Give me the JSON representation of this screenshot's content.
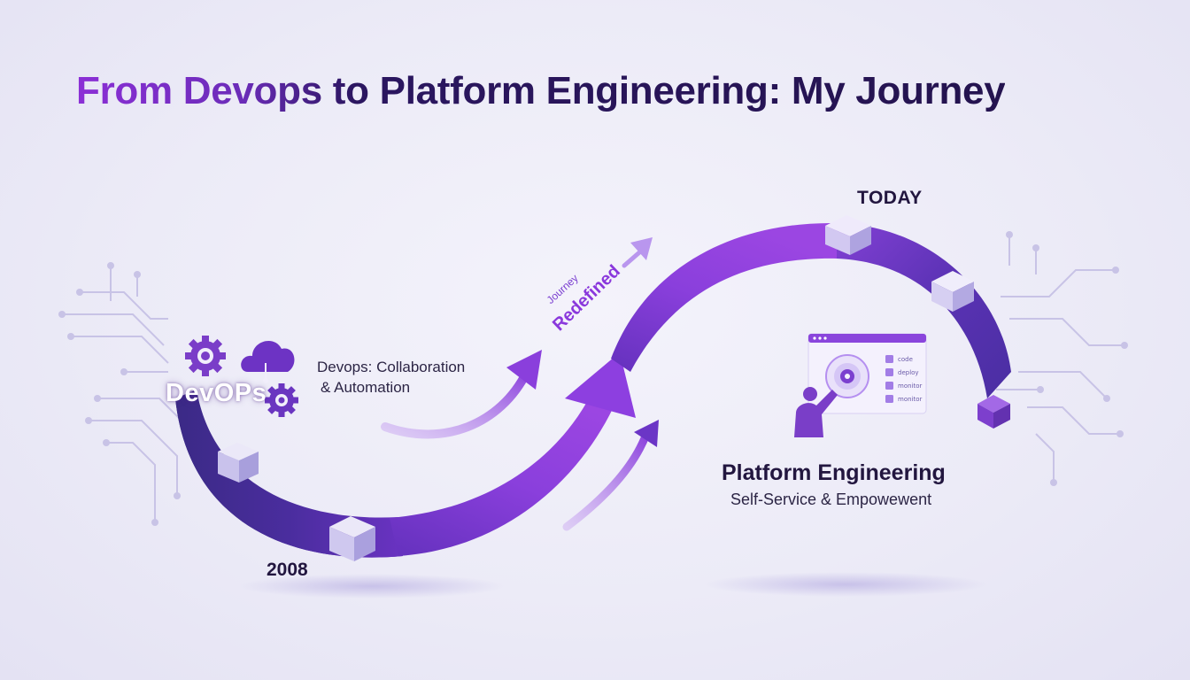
{
  "title": "From Devops to Platform Engineering: My Journey",
  "timeline": {
    "start_label": "2008",
    "end_label": "TODAY"
  },
  "devops": {
    "logo_text": "DevOPs",
    "caption_line1": "Devops: Collaboration",
    "caption_line2": "& Automation"
  },
  "journey": {
    "line1": "Journey",
    "line2": "Redefined"
  },
  "platform": {
    "title": "Platform Engineering",
    "subtitle": "Self-Service & Empowewent",
    "panel_items": [
      "code",
      "deploy",
      "monitor",
      "monitor"
    ]
  },
  "colors": {
    "purple_light": "#9b45e0",
    "purple_mid": "#6a35c4",
    "indigo_dark": "#3e2a8c",
    "title_gradient_start": "#8b2fd6",
    "title_dark": "#24134f"
  }
}
